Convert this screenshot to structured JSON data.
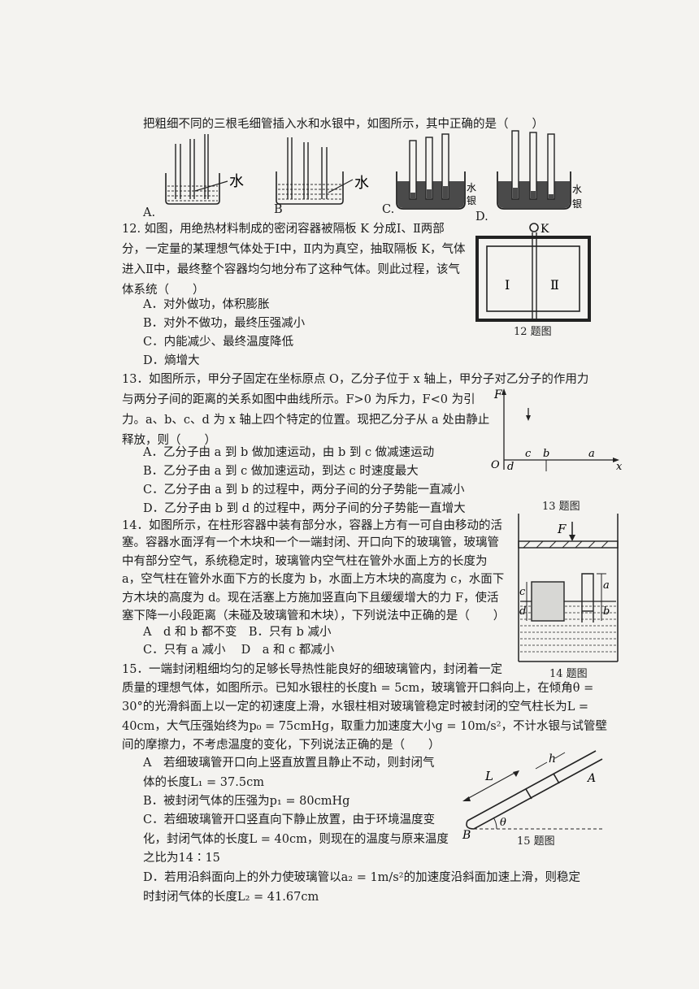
{
  "q11": {
    "stem": "把粗细不同的三根毛细管插入水和水银中，如图所示，其中正确的是（　　）",
    "options": [
      "A.",
      "B",
      "C.",
      "D."
    ],
    "label_water": "水",
    "label_mercury_top": "水",
    "label_mercury_bottom": "银"
  },
  "q12": {
    "lines": [
      "12. 如图，用绝热材料制成的密闭容器被隔板 K 分成Ⅰ、Ⅱ两部",
      "分，一定量的某理想气体处于Ⅰ中，Ⅱ内为真空，抽取隔板 K，气体",
      "进入Ⅱ中，最终整个容器均匀地分布了这种气体。则此过程，该气",
      "体系统（　　）"
    ],
    "options": [
      "A．对外做功，体积膨胀",
      "B．对外不做功，最终压强减小",
      "C．内能减少、最终温度降低",
      "D．熵增大"
    ],
    "figure": {
      "label_k": "K",
      "label_1": "Ⅰ",
      "label_2": "Ⅱ",
      "caption": "12 题图"
    }
  },
  "q13": {
    "lines": [
      "13．如图所示，甲分子固定在坐标原点 O，乙分子位于 x 轴上，甲分子对乙分子的作用力",
      "与两分子间的距离的关系如图中曲线所示。F>0 为斥力，F<0 为引",
      "力。a、b、c、d 为 x 轴上四个特定的位置。现把乙分子从 a 处由静止",
      "释放，则（　　）"
    ],
    "options": [
      "A．乙分子由 a 到 b 做加速运动，由 b 到 c 做减速运动",
      "B．乙分子由 a 到 c 做加速运动，到达 c 时速度最大",
      "C．乙分子由 a 到 b 的过程中，两分子间的分子势能一直减小",
      "D．乙分子由 b 到 d 的过程中，两分子间的分子势能一直增大"
    ],
    "figure": {
      "axis_f": "F",
      "axis_x": "x",
      "origin": "O",
      "a": "a",
      "b": "b",
      "c": "c",
      "d": "d",
      "caption": "13 题图"
    }
  },
  "q14": {
    "lines": [
      "14．如图所示，在柱形容器中装有部分水，容器上方有一可自由移动的活",
      "塞。容器水面浮有一个木块和一个一端封闭、开口向下的玻璃管，玻璃管",
      "中有部分空气，系统稳定时，玻璃管内空气柱在管外水面上方的长度为",
      "a，空气柱在管外水面下方的长度为 b，水面上方木块的高度为 c，水面下",
      "方木块的高度为 d。现在活塞上方施加竖直向下且缓缓增大的力 F，使活",
      "塞下降一小段距离（未碰及玻璃管和木块），下列说法中正确的是（　　）"
    ],
    "options": [
      "A　d 和 b 都不变　B．只有 b 减小",
      "C．只有 a 减小　 D　a 和 c 都减小"
    ],
    "figure": {
      "f": "F",
      "a": "a",
      "b": "b",
      "c": "c",
      "d": "d",
      "caption": "14 题图"
    }
  },
  "q15": {
    "lines": [
      "15．一端封闭粗细均匀的足够长导热性能良好的细玻璃管内，封闭着一定",
      "质量的理想气体，如图所示。已知水银柱的长度h = 5cm，玻璃管开口斜向上，在倾角θ =",
      "30°的光滑斜面上以一定的初速度上滑，水银柱相对玻璃管稳定时被封闭的空气柱长为L =",
      "40cm，大气压强始终为p₀ = 75cmHg，取重力加速度大小g = 10m/s²，不计水银与试管壁",
      "间的摩擦力，不考虑温度的变化，下列说法正确的是（　　）"
    ],
    "option_lines": [
      "A　若细玻璃管开口向上竖直放置且静止不动，则封闭气",
      "体的长度L₁ = 37.5cm",
      "B．被封闭气体的压强为p₁ = 80cmHg",
      "C．若细玻璃管开口竖直向下静止放置，由于环境温度变",
      "化，封闭气体的长度L = 40cm，则现在的温度与原来温度",
      "之比为14∶15",
      "D．若用沿斜面向上的外力使玻璃管以a₂ = 1m/s²的加速度沿斜面加速上滑，则稳定",
      "时封闭气体的长度L₂ = 41.67cm"
    ],
    "figure": {
      "l": "L",
      "h": "h",
      "a": "A",
      "b": "B",
      "theta": "θ",
      "caption": "15 题图"
    }
  }
}
